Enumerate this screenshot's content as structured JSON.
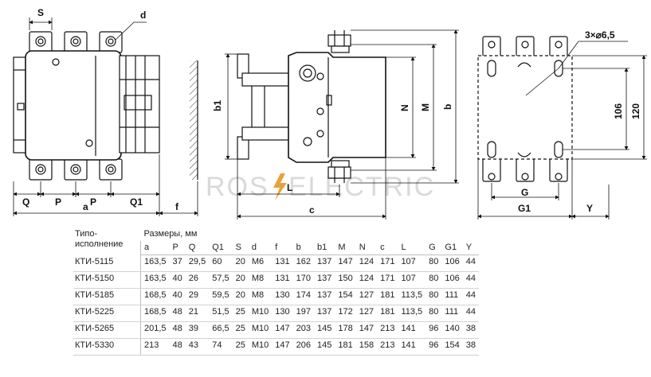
{
  "drawing": {
    "front": {
      "labels": {
        "S": "S",
        "d": "d",
        "Q": "Q",
        "P1": "P",
        "P2": "P",
        "Q1": "Q1",
        "a": "a",
        "f": "f"
      }
    },
    "side": {
      "labels": {
        "b1": "b1",
        "N": "N",
        "M": "M",
        "b": "b",
        "L": "L",
        "c": "c"
      }
    },
    "mount": {
      "labels": {
        "holes": "3×⌀6,5",
        "d106": "106",
        "d120": "120",
        "G": "G",
        "G1": "G1",
        "Y": "Y"
      }
    },
    "watermark": {
      "left": "ROS",
      "right": "ELECTRIC"
    }
  },
  "table": {
    "header_model": "Типо- исполнение",
    "header_model_l1": "Типо-",
    "header_model_l2": "исполнение",
    "header_dims": "Размеры, мм",
    "columns": [
      "a",
      "P",
      "Q",
      "Q1",
      "S",
      "d",
      "f",
      "b",
      "b1",
      "M",
      "N",
      "c",
      "L",
      "G",
      "G1",
      "Y"
    ],
    "rows": [
      {
        "model": "КТИ-5115",
        "values": [
          "163,5",
          "37",
          "29,5",
          "60",
          "20",
          "M6",
          "131",
          "162",
          "137",
          "147",
          "124",
          "171",
          "107",
          "80",
          "106",
          "44"
        ]
      },
      {
        "model": "КТИ-5150",
        "values": [
          "163,5",
          "40",
          "26",
          "57,5",
          "20",
          "M8",
          "131",
          "170",
          "137",
          "150",
          "124",
          "171",
          "107",
          "80",
          "106",
          "44"
        ]
      },
      {
        "model": "КТИ-5185",
        "values": [
          "168,5",
          "40",
          "29",
          "59,5",
          "20",
          "M8",
          "130",
          "174",
          "137",
          "154",
          "127",
          "181",
          "113,5",
          "80",
          "111",
          "44"
        ]
      },
      {
        "model": "КТИ-5225",
        "values": [
          "168,5",
          "48",
          "21",
          "51,5",
          "25",
          "M10",
          "130",
          "197",
          "137",
          "172",
          "127",
          "181",
          "113,5",
          "80",
          "111",
          "44"
        ]
      },
      {
        "model": "КТИ-5265",
        "values": [
          "201,5",
          "48",
          "39",
          "66,5",
          "25",
          "M10",
          "147",
          "203",
          "145",
          "178",
          "147",
          "213",
          "141",
          "96",
          "140",
          "38"
        ]
      },
      {
        "model": "КТИ-5330",
        "values": [
          "213",
          "48",
          "43",
          "74",
          "25",
          "M10",
          "147",
          "206",
          "145",
          "181",
          "158",
          "213",
          "141",
          "96",
          "154",
          "38"
        ]
      }
    ]
  }
}
